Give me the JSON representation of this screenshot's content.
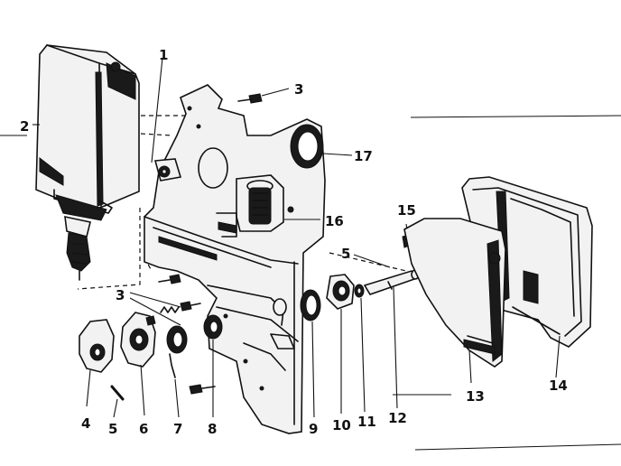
{
  "colors": {
    "ink": "#111111",
    "paper": "#ffffff"
  },
  "callouts": {
    "c1": "1",
    "c2": "2",
    "c3a": "3",
    "c3b": "3",
    "c4": "4",
    "c5a": "5",
    "c5b": "5",
    "c6": "6",
    "c7": "7",
    "c8": "8",
    "c9": "9",
    "c10": "10",
    "c11": "11",
    "c12": "12",
    "c13": "13",
    "c14": "14",
    "c15": "15",
    "c16": "16",
    "c17": "17"
  }
}
